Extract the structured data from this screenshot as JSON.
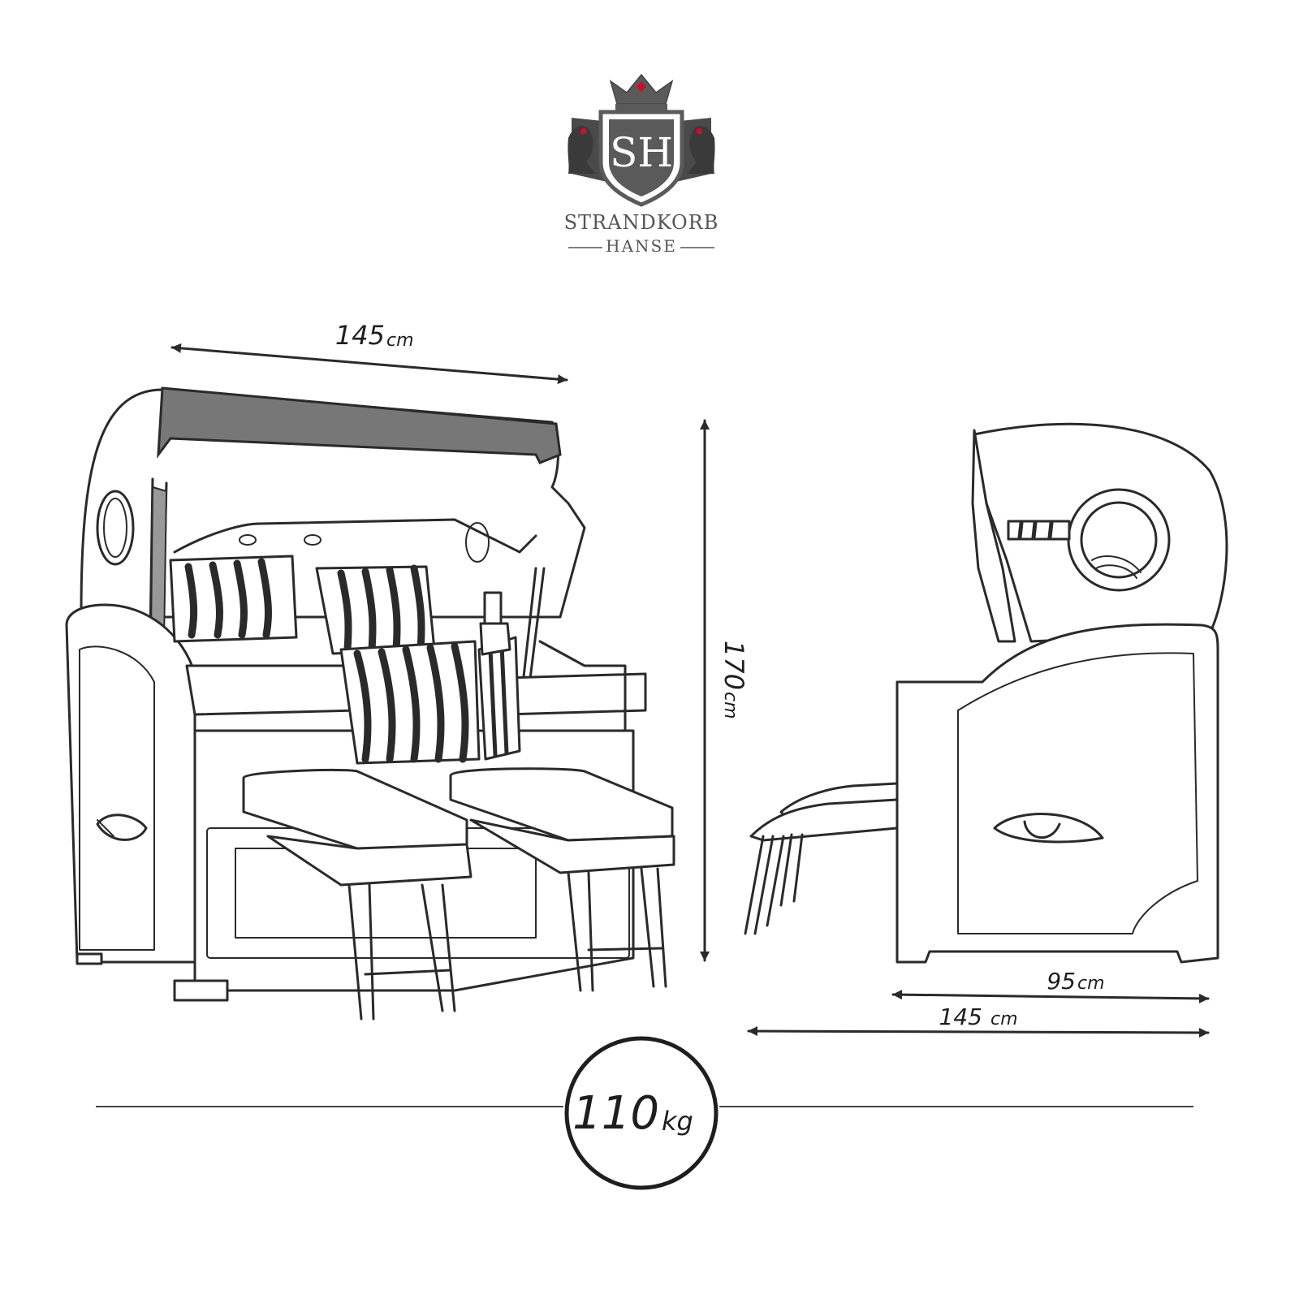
{
  "brand": {
    "monogram": "SH",
    "name_line1": "STRANDKORB",
    "name_line2": "HANSE",
    "colors": {
      "logo_gray": "#555555",
      "accent_red": "#c8102e"
    }
  },
  "dimensions": {
    "front_width": {
      "value": "145",
      "unit": "cm"
    },
    "height": {
      "value": "170",
      "unit": "cm"
    },
    "side_depth": {
      "value": "95",
      "unit": "cm"
    },
    "side_total_depth": {
      "value": "145",
      "unit": "cm"
    }
  },
  "weight": {
    "value": "110",
    "unit": "kg"
  },
  "icons": [
    "crown-icon",
    "shield-icon",
    "lion-icon"
  ]
}
